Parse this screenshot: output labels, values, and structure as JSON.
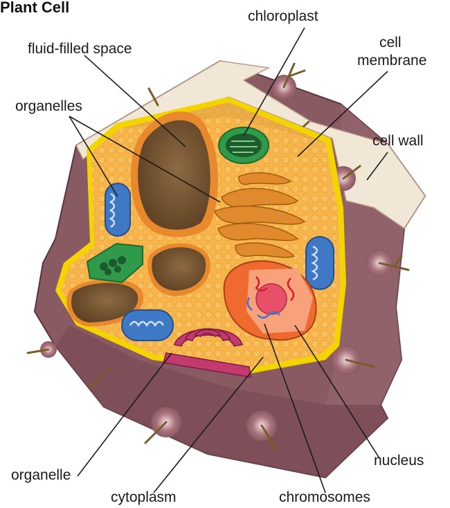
{
  "title": "Plant Cell",
  "labels": {
    "chloroplast": "chloroplast",
    "fluid_filled_space": "fluid-filled space",
    "cell_membrane_line1": "cell",
    "cell_membrane_line2": "membrane",
    "organelles": "organelles",
    "cell_wall": "cell wall",
    "organelle": "organelle",
    "cytoplasm": "cytoplasm",
    "chromosomes": "chromosomes",
    "nucleus": "nucleus"
  },
  "colors": {
    "cell_wall": "#8a5a63",
    "cell_wall_top": "#f1e7d6",
    "cytoplasm": "#f7b54a",
    "membrane": "#f4d400",
    "vacuole": "#7a5733",
    "chloroplast": "#2e9a4a",
    "mitochondria": "#3f78c4",
    "golgi": "#c23a6e",
    "er": "#e08a2c",
    "nucleus": "#f06a30",
    "nucleolus": "#e8506a"
  }
}
